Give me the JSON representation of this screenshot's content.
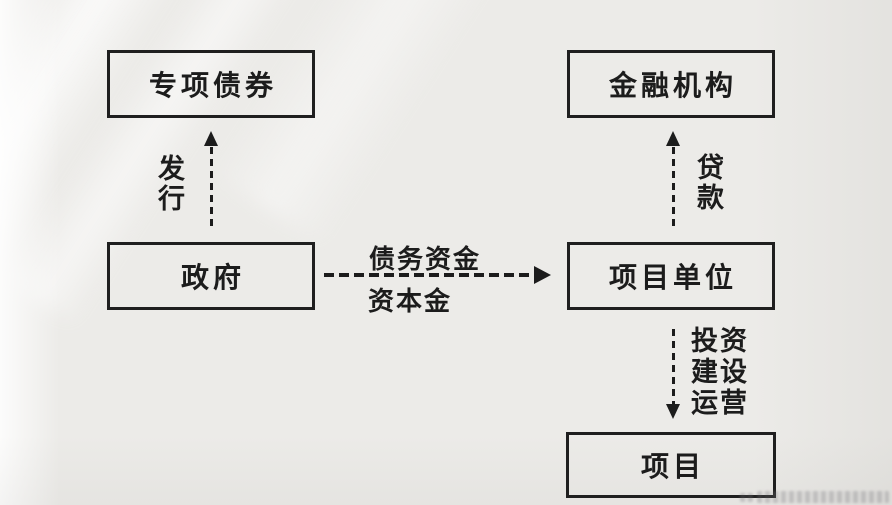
{
  "boxes": {
    "special_bonds": "专项债券",
    "financial_institutions": "金融机构",
    "government": "政府",
    "project_unit": "项目单位",
    "project": "项目"
  },
  "arrows": {
    "issue": {
      "chars": [
        "发",
        "行"
      ],
      "direction": "up",
      "from": "政府",
      "to": "专项债券",
      "style": "dashed"
    },
    "loan": {
      "chars": [
        "贷",
        "款"
      ],
      "direction": "up",
      "from": "项目单位",
      "to": "金融机构",
      "style": "dashed"
    },
    "allocation": {
      "label_above": "债务资金",
      "label_below": "资本金",
      "direction": "right",
      "from": "政府",
      "to": "项目单位",
      "style": "dashed"
    },
    "deployment": {
      "lines": [
        "投资",
        "建设",
        "运营"
      ],
      "direction": "down",
      "from": "项目单位",
      "to": "项目",
      "style": "dashed"
    }
  },
  "colors": {
    "background": "#ECEBE8",
    "ink": "#1C1C1C",
    "box_border": "#1F1F1F"
  }
}
